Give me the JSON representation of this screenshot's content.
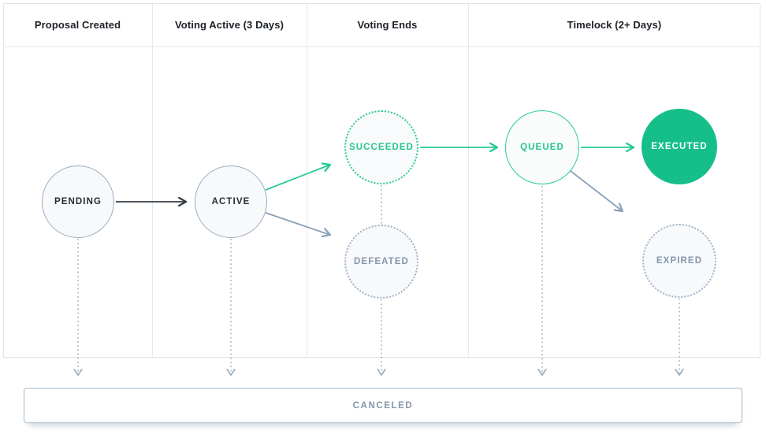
{
  "header": {
    "columns": [
      {
        "id": "proposal-created",
        "label": "Proposal Created"
      },
      {
        "id": "voting-active",
        "label": "Voting Active (3 Days)"
      },
      {
        "id": "voting-ends",
        "label": "Voting Ends"
      },
      {
        "id": "timelock",
        "label": "Timelock (2+ Days)"
      }
    ]
  },
  "states": {
    "pending": {
      "label": "PENDING",
      "style": "neutral-solid-circle"
    },
    "active": {
      "label": "ACTIVE",
      "style": "neutral-solid-circle"
    },
    "succeeded": {
      "label": "SUCCEEDED",
      "style": "green-dotted-circle"
    },
    "defeated": {
      "label": "DEFEATED",
      "style": "gray-dotted-circle"
    },
    "queued": {
      "label": "QUEUED",
      "style": "green-solid-circle"
    },
    "executed": {
      "label": "EXECUTED",
      "style": "green-filled-circle"
    },
    "expired": {
      "label": "EXPIRED",
      "style": "gray-dotted-circle"
    },
    "canceled": {
      "label": "CANCELED",
      "style": "gray-outline-box"
    }
  },
  "transitions": [
    {
      "from": "PENDING",
      "to": "ACTIVE",
      "line": "solid-dark-arrow"
    },
    {
      "from": "ACTIVE",
      "to": "SUCCEEDED",
      "line": "solid-green-arrow"
    },
    {
      "from": "ACTIVE",
      "to": "DEFEATED",
      "line": "solid-gray-arrow"
    },
    {
      "from": "SUCCEEDED",
      "to": "QUEUED",
      "line": "solid-green-arrow"
    },
    {
      "from": "QUEUED",
      "to": "EXECUTED",
      "line": "solid-green-arrow"
    },
    {
      "from": "QUEUED",
      "to": "EXPIRED",
      "line": "solid-gray-arrow"
    },
    {
      "from": "PENDING | ACTIVE | SUCCEEDED/DEFEATED | QUEUED | EXPIRED",
      "to": "CANCELED",
      "line": "dotted-gray-arrow"
    }
  ],
  "colors": {
    "green_accent": "#27ca90",
    "green_fill": "#16bf8a",
    "blue_gray": "#8ba1b7",
    "dotted_gray": "#9cb1c4",
    "muted_text": "#8496ab",
    "dark_text": "#1d2228",
    "table_border": "#e3e9ef",
    "circle_border_neutral": "#99acc0",
    "circle_fill_light": "#f7f9fb"
  }
}
